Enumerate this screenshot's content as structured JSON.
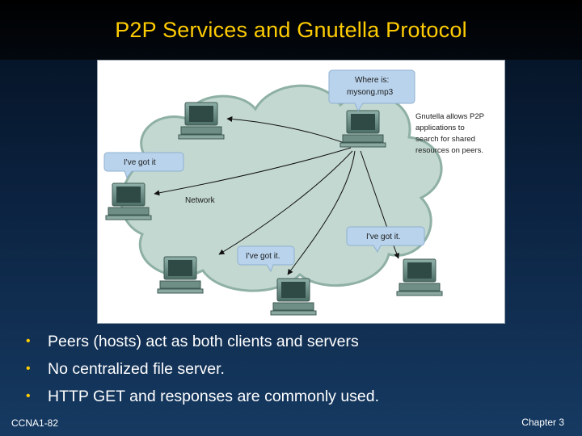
{
  "slide": {
    "title": "P2P Services and Gnutella Protocol",
    "footer_left": "CCNA1-82",
    "footer_right": "Chapter 3"
  },
  "diagram": {
    "query_bubble": [
      "Where is:",
      "mysong.mp3"
    ],
    "reply_left": "I've got it",
    "reply_right": "I've got it.",
    "reply_bottom": "I've got it.",
    "network_label": "Network",
    "note": [
      "Gnutella allows P2P",
      "applications to",
      "search for shared",
      "resources on peers."
    ]
  },
  "bullets": [
    "Peers (hosts) act as both clients and servers",
    "No centralized file server.",
    "HTTP GET and responses are commonly used."
  ],
  "colors": {
    "title": "#ffcc00",
    "bullet_marker": "#ffcc00",
    "cloud_fill": "#c3d8d1",
    "bubble_fill": "#b9d3ec"
  }
}
